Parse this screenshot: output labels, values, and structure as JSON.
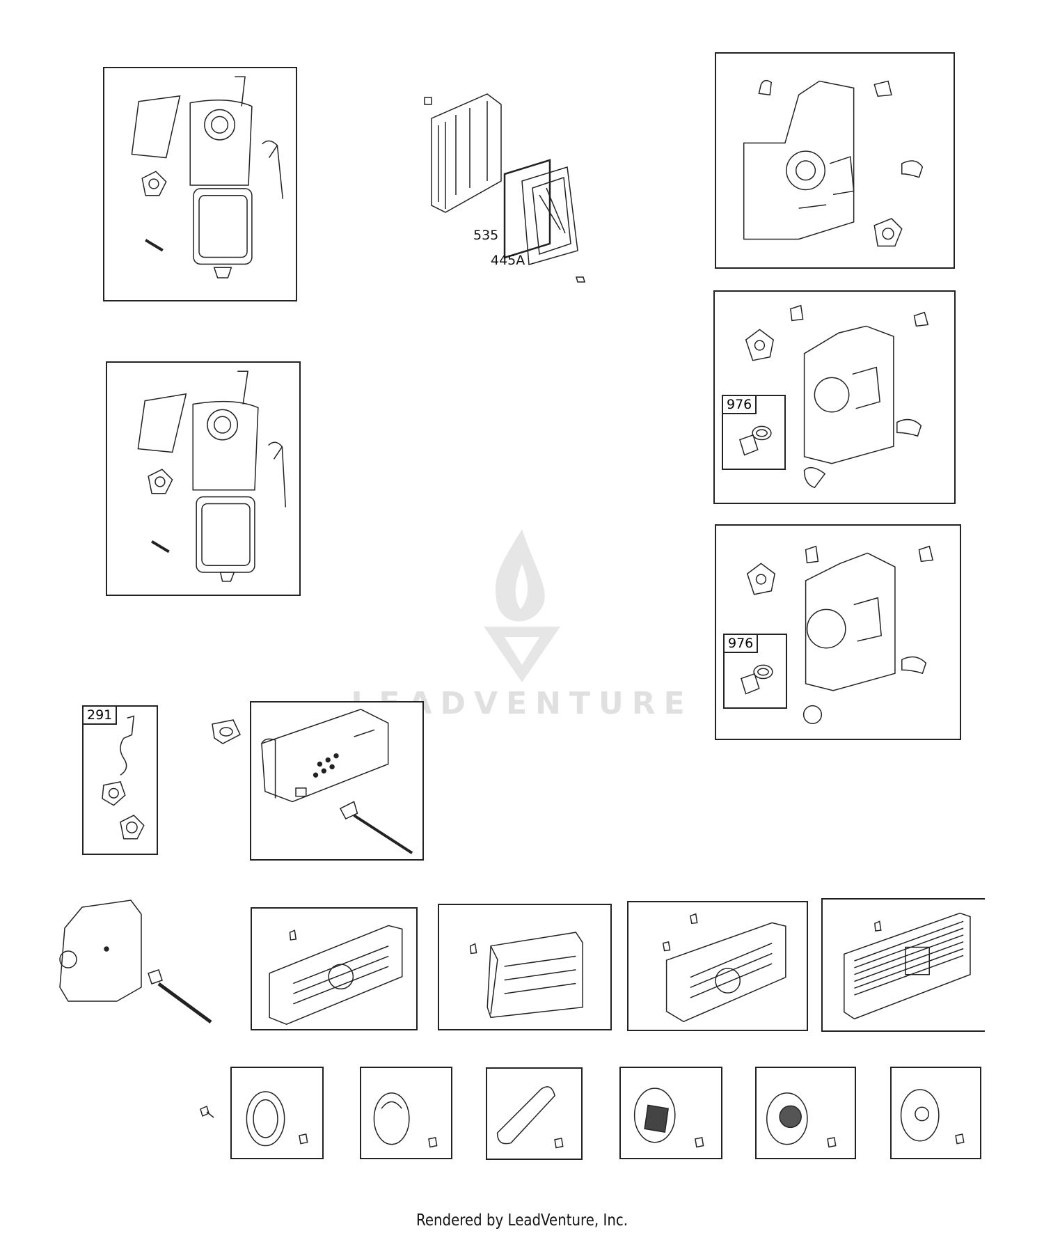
{
  "diagram": {
    "callouts": {
      "c535": "535",
      "c445a": "445A",
      "c976_a": "976",
      "c976_b": "976",
      "c291": "291"
    },
    "watermark": {
      "brand": "LEADVENTURE",
      "logo_icon": "flame-v-logo-icon"
    },
    "footer": "Rendered by LeadVenture, Inc."
  }
}
